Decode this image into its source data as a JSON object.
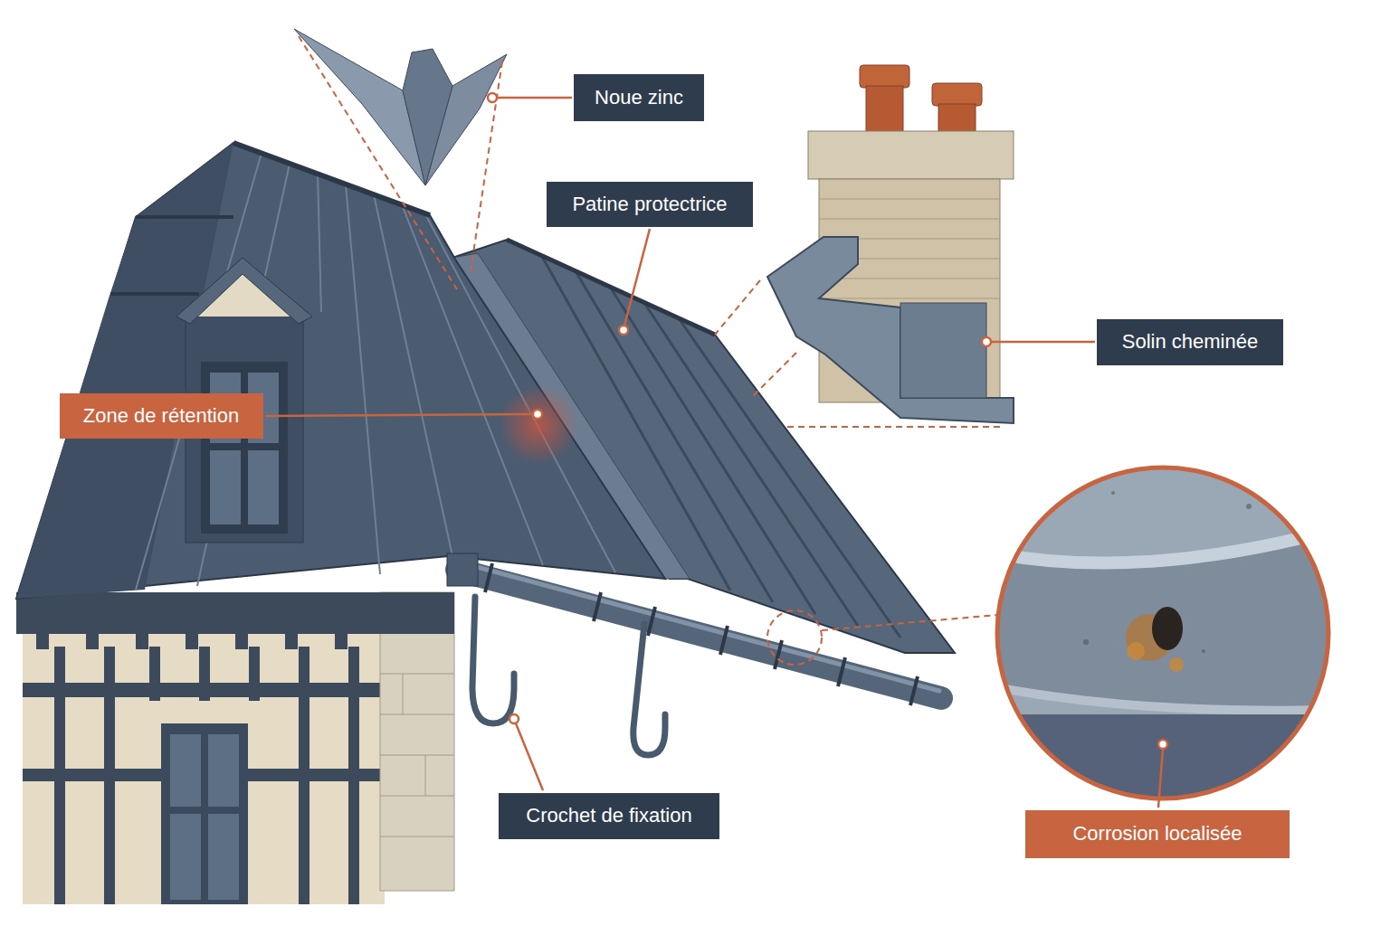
{
  "diagram": {
    "nodes": [
      {
        "text": [
          "Noue zinc"
        ]
      },
      {
        "text": [
          "Patine protectrice"
        ]
      },
      {
        "text": [
          "Solin cheminée"
        ]
      },
      {
        "text": [
          "Zone de rétention"
        ]
      },
      {
        "text": [
          "Crochet de fixation"
        ]
      },
      {
        "text": [
          "Corrosion localisée"
        ]
      }
    ]
  }
}
